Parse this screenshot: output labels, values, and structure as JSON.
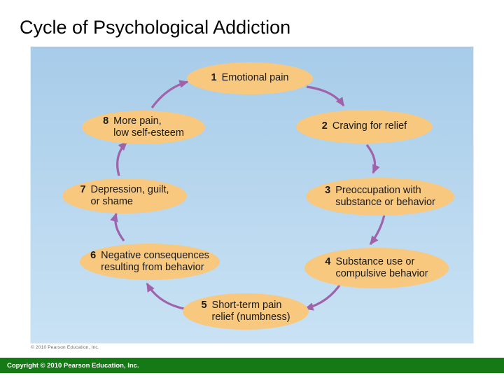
{
  "title": "Cycle of Psychological Addiction",
  "diagram": {
    "credit": "© 2010 Pearson Education, Inc.",
    "nodes": [
      {
        "number": "1",
        "label": "Emotional pain"
      },
      {
        "number": "2",
        "label": "Craving for relief"
      },
      {
        "number": "3",
        "label": "Preoccupation with\nsubstance or behavior"
      },
      {
        "number": "4",
        "label": "Substance use or\ncompulsive behavior"
      },
      {
        "number": "5",
        "label": "Short-term pain\nrelief (numbness)"
      },
      {
        "number": "6",
        "label": "Negative consequences\nresulting from behavior"
      },
      {
        "number": "7",
        "label": "Depression, guilt,\nor shame"
      },
      {
        "number": "8",
        "label": "More pain,\nlow self-esteem"
      }
    ]
  },
  "footer": {
    "copyright": "Copyright © 2010 Pearson Education, Inc."
  },
  "colors": {
    "ellipse_fill": "#f7c87e",
    "arrow": "#9e63a8",
    "bg_top": "#a7cce9",
    "bg_bottom": "#c9e2f4",
    "footer_green": "#157a15",
    "text_dark": "#1a1a1a"
  }
}
